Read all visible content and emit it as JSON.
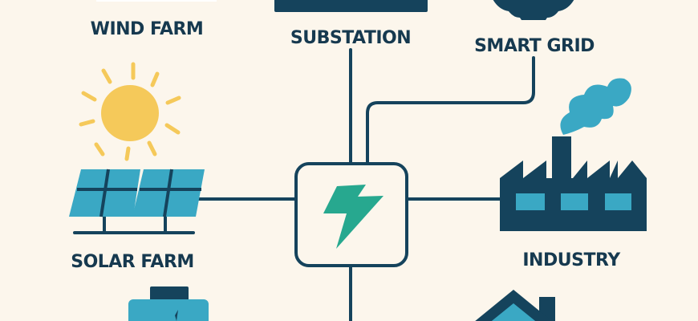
{
  "labels": {
    "wind_farm": "WIND FARM",
    "substation": "SUBSTATION",
    "smart_grid": "SMART GRID",
    "solar_farm": "SOLAR FARM",
    "industry": "INDUSTRY"
  },
  "colors": {
    "background": "#fcf6ec",
    "navy": "#15435c",
    "teal": "#3aa8c4",
    "green": "#27a88f",
    "sun": "#f5c95a"
  }
}
